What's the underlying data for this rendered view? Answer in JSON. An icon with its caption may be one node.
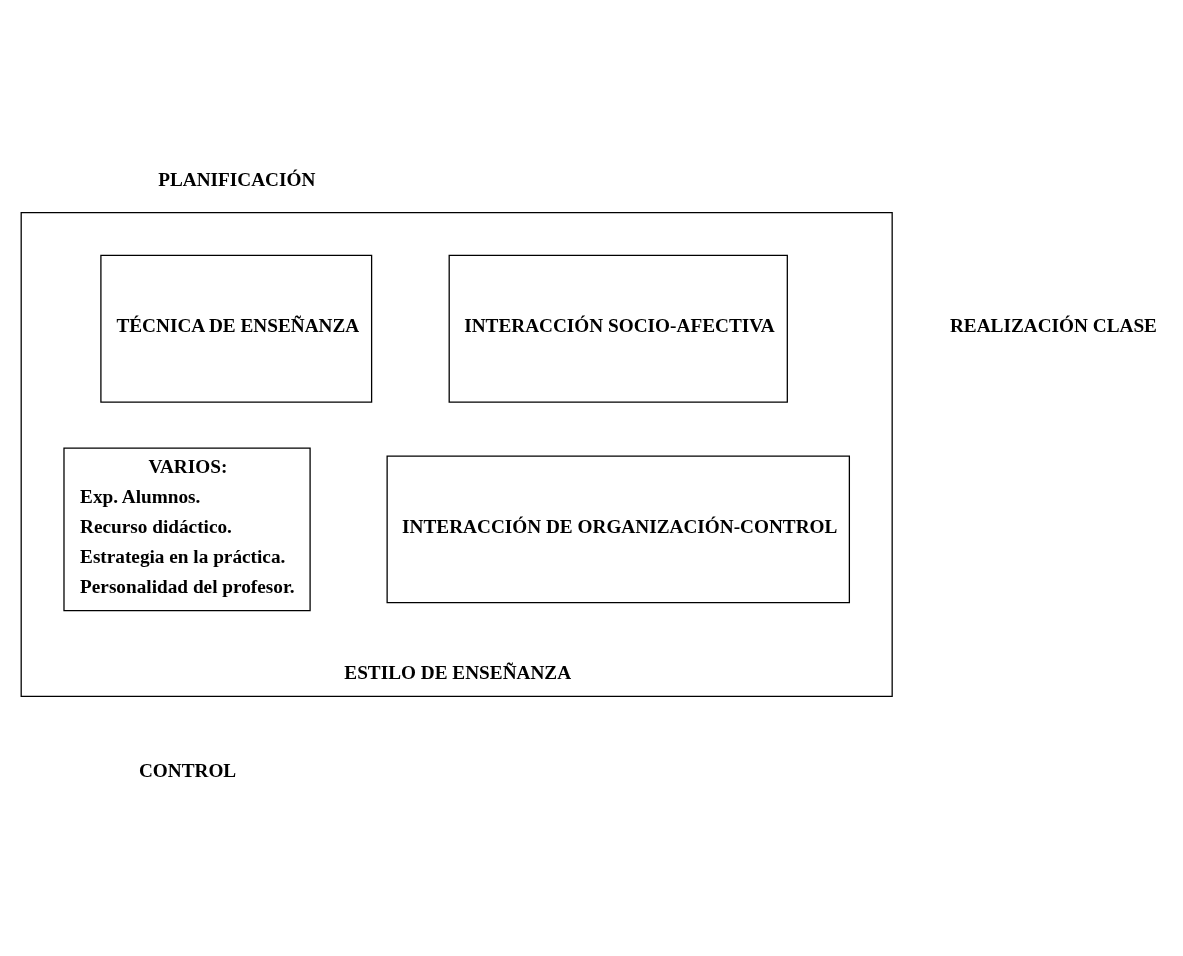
{
  "diagram": {
    "nodes": [
      {
        "text": [
          "ESTILO DE ENSEÑANZA"
        ]
      },
      {
        "text": [
          "TÉCNICA DE ENSEÑANZA"
        ],
        "in": 0
      },
      {
        "text": [
          "INTERACCIÓN SOCIO-AFECTIVA"
        ],
        "in": 0
      },
      {
        "text": [
          "VARIOS:",
          "Exp. Alumnos.",
          "Recurso didáctico.",
          "Estrategia en la práctica.",
          "Personalidad del profesor."
        ],
        "in": 0
      },
      {
        "text": [
          "INTERACCIÓN DE ORGANIZACIÓN-CONTROL"
        ],
        "in": 0
      }
    ],
    "labels": [
      "REALIZACIÓN CLASE",
      "PLANIFICACIÓN",
      "CONTROL"
    ]
  }
}
